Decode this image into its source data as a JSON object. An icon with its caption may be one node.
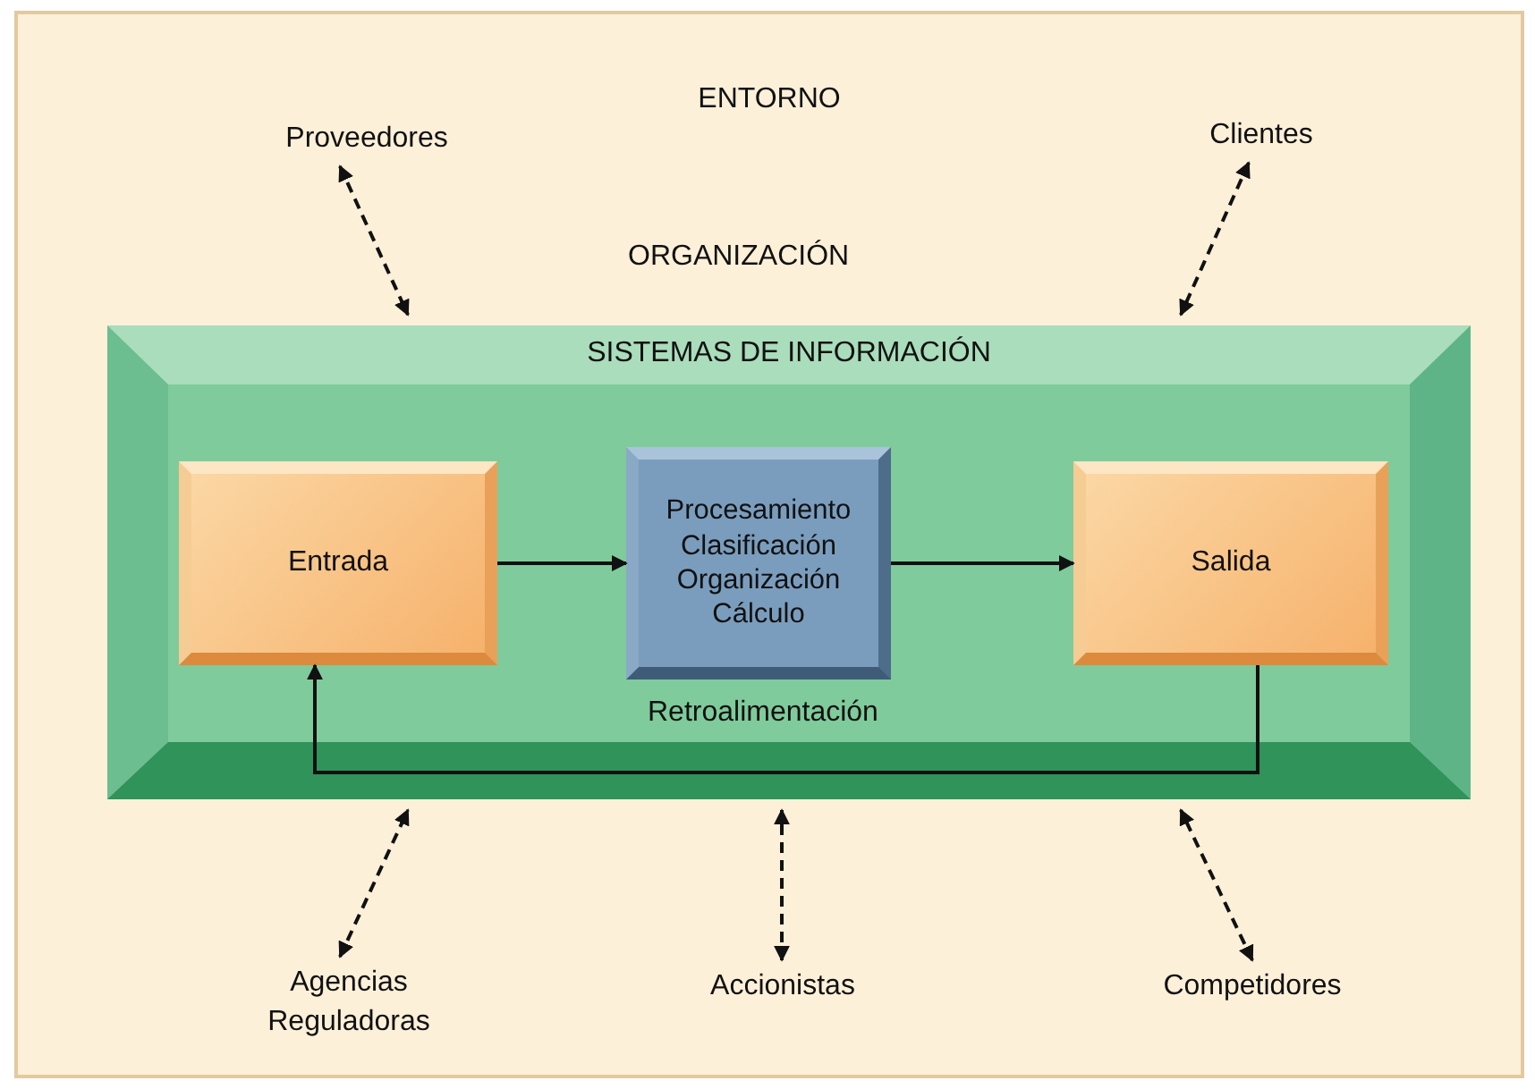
{
  "diagram": {
    "nodes": [
      {
        "text": [
          "ENTORNO"
        ]
      },
      {
        "text": [
          "Proveedores"
        ],
        "in": 0
      },
      {
        "text": [
          "Clientes"
        ],
        "in": 0
      },
      {
        "text": [
          "SISTEMAS DE INFORMACIÓN"
        ],
        "in": 0
      },
      {
        "text": [
          "Entrada"
        ],
        "in": 3
      },
      {
        "text": [
          "Procesamiento Clasificación Organización Cálculo"
        ],
        "in": 3
      },
      {
        "text": [
          "Salida"
        ],
        "in": 3
      },
      {
        "text": [
          "Agencias Reguladoras"
        ],
        "in": 0
      },
      {
        "text": [
          "Accionistas"
        ],
        "in": 0
      },
      {
        "text": [
          "Competidores"
        ],
        "in": 0
      }
    ],
    "edges": [
      {
        "from": 1,
        "to": 3,
        "arrow": "both",
        "style": "dashed"
      },
      {
        "from": 2,
        "to": 3,
        "arrow": "both",
        "style": "dashed"
      },
      {
        "from": 4,
        "to": 5,
        "arrow": "to"
      },
      {
        "from": 5,
        "to": 6,
        "arrow": "to"
      },
      {
        "from": 6,
        "to": 4,
        "arrow": "to",
        "label": "Retroalimentación"
      },
      {
        "from": 7,
        "to": 3,
        "arrow": "both",
        "style": "dashed"
      },
      {
        "from": 8,
        "to": 3,
        "arrow": "both",
        "style": "dashed"
      },
      {
        "from": 9,
        "to": 3,
        "arrow": "both",
        "style": "dashed"
      }
    ],
    "labels": [
      "ORGANIZACIÓN"
    ]
  }
}
